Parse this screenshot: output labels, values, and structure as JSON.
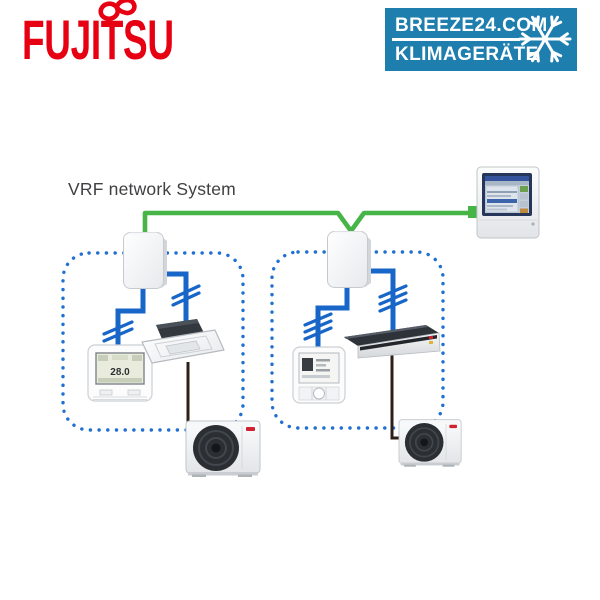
{
  "branding": {
    "logo_text": "FUJITSU",
    "logo_icon": "fujitsu-infinity-icon"
  },
  "badge": {
    "line1": "BREEZE24.COM",
    "line2": "KLIMAGERÄTE",
    "icon": "snowflake-icon"
  },
  "diagram": {
    "title": "VRF network System",
    "central_controller": "touch-panel-central-controller",
    "groups": [
      {
        "id": "refrigerant-system-1",
        "branch_unit": "branch-box",
        "controller": "wired-remote-controller",
        "controller_display": "28.0",
        "indoor_unit": "ceiling-cassette-indoor-unit",
        "outdoor_unit": "outdoor-unit"
      },
      {
        "id": "refrigerant-system-2",
        "branch_unit": "branch-box",
        "controller": "touch-remote-controller",
        "indoor_unit": "slim-duct-indoor-unit",
        "outdoor_unit": "outdoor-unit"
      }
    ]
  },
  "theme": {
    "logo_red": "#e60012",
    "badge_blue": "#1e7eae",
    "network_green": "#47b447",
    "wire_blue": "#1766c8",
    "group_border_blue": "#1f70d2",
    "power_dark": "#2e2019",
    "title_gray": "#3f4042"
  }
}
